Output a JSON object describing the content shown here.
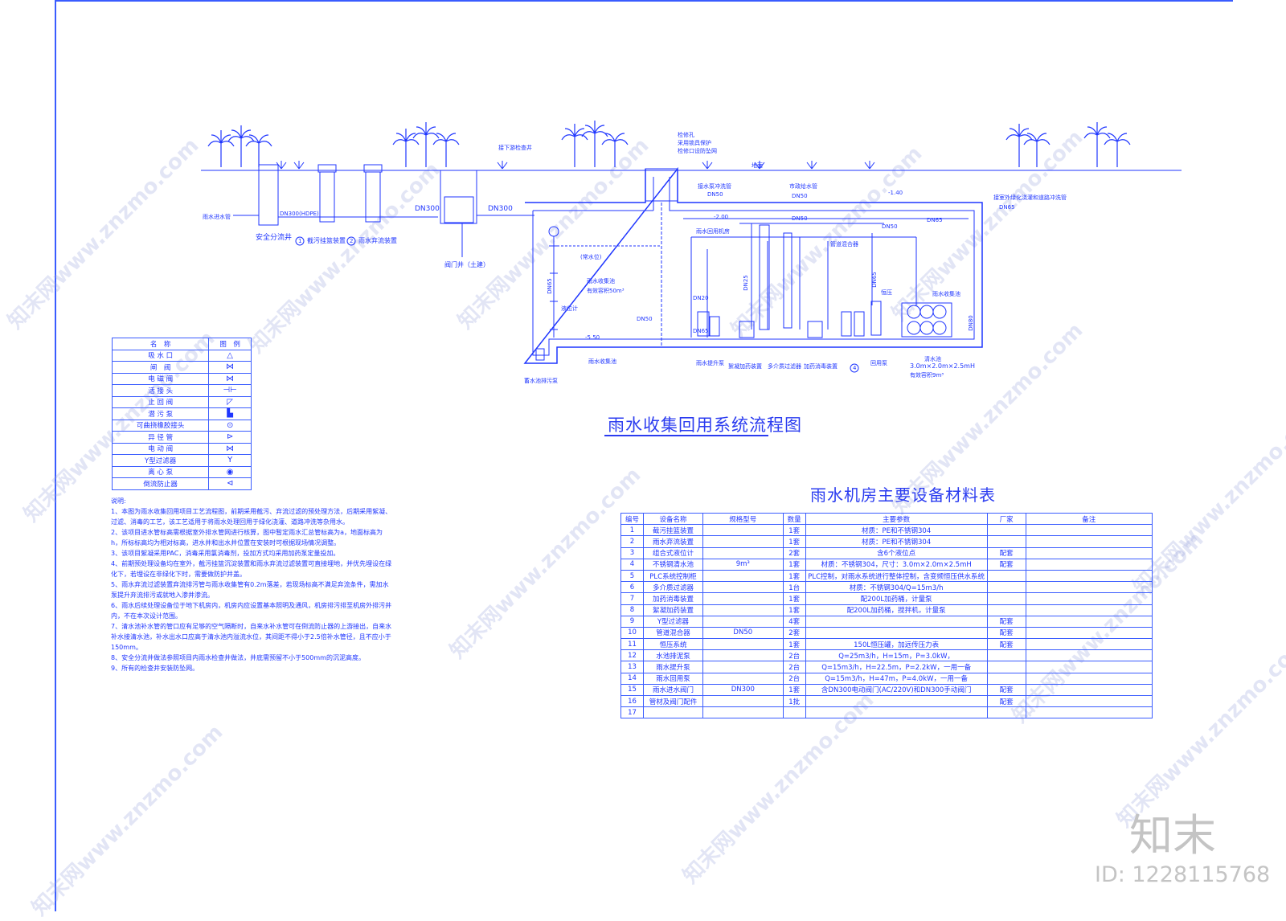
{
  "diagram_title": "雨水收集回用系统流程图",
  "table_title": "雨水机房主要设备材料表",
  "section_labels": {
    "ground": "地面",
    "overflow_well": "安全分流井",
    "inlet_pipe": "雨水进水管",
    "pipe_hdpe": "DN300(HDPE)",
    "dev1": "截污挂篮装置",
    "dev2": "雨水弃流装置",
    "dev_no1": "1",
    "dev_no2": "2",
    "dn300_a": "DN300",
    "dn300_b": "DN300",
    "valve_well": "阀门井（土建）",
    "connect_pipe": "接下游检查井",
    "inspection": "检修孔",
    "inspection2": "采用锁具保护",
    "inspection3": "检修口设防坠网",
    "dn50_top": "DN50",
    "pool_flush": "接水泵冲洗管",
    "city_water": "市政给水管",
    "ext_irrigation": "接室外绿化浇灌和道路冲洗管",
    "dn65_right": "DN65",
    "dn65_tr": "DN65",
    "dn50_mid": "DN50",
    "dn50_b": "DN50",
    "dn50_c": "DN50",
    "elev_top": "-1.40",
    "elev_room": "-2.00",
    "elev_low": "-5.50",
    "pool_name": "雨水收集池",
    "pool_vol": "有效容积50m³",
    "pool_level": "(常水位)",
    "liquid_meter": "液位计",
    "dn65_left": "DN65",
    "dn50_pool": "DN50",
    "pool_bottom": "雨水收集池",
    "sump": "蓄水池排污泵",
    "lift_pump": "雨水提升泵",
    "floc": "絮凝加药装置",
    "filter": "多介质过滤器",
    "disinfect": "加药消毒装置",
    "reuse_pump": "回用泵",
    "mixer": "管道混合器",
    "constant_press": "恒压",
    "clean_pool": "雨水收集池",
    "clean_pool2": "清水池",
    "clean_size": "3.0m×2.0m×2.5mH",
    "clean_vol": "有效容积9m³",
    "dn80": "DN80",
    "room": "雨水回用机房",
    "dn25": "DN25",
    "dn20": "DN20",
    "circle4": "4",
    "dn65_pump": "DN65",
    "dn65_room": "DN65"
  },
  "legend": {
    "headers": [
      "名　称",
      "图　例"
    ],
    "rows": [
      [
        "吸 水 口",
        "△"
      ],
      [
        "闸　阀",
        "⋈"
      ],
      [
        "电 磁 阀",
        "⋈"
      ],
      [
        "活 接 头",
        "⊣⊢"
      ],
      [
        "止 回 阀",
        "◸"
      ],
      [
        "潜 污 泵",
        "▙"
      ],
      [
        "可曲挠橡胶接头",
        "⊙"
      ],
      [
        "异 径 管",
        "⊳"
      ],
      [
        "电 动 阀",
        "⋈"
      ],
      [
        "Y型过滤器",
        "Y"
      ],
      [
        "离 心 泵",
        "◉"
      ],
      [
        "倒流防止器",
        "⊲"
      ]
    ]
  },
  "notes": {
    "heading": "说明:",
    "items": [
      "1、本图为雨水收集回用项目工艺流程图，前期采用截污、弃流过滤的预处理方法，后期采用絮凝、过滤、消毒的工艺，该工艺适用于将雨水处理回用于绿化浇灌、道路冲洗等杂用水。",
      "2、该项目进水管标高需根据室外排水管网进行核算，图中暂定雨水汇总管标高为a，地面标高为h，所标标高均为相对标高，进水井和出水井位置在安装时可根据现场情况调整。",
      "3、该项目絮凝采用PAC，消毒采用氯消毒剂，投加方式均采用加药泵定量投加。",
      "4、前期预处理设备均在室外，截污挂篮沉淀装置和雨水弃流过滤装置可直接埋地，并优先埋设在绿化下，若埋设在非绿化下时，需要做防护井盖。",
      "5、雨水弃流过滤装置弃流排污管与雨水收集管有0.2m落差，若现场标高不满足弃流条件，需加水泵提升弃流排污或就地入渗井渗流。",
      "6、雨水后续处理设备位于地下机房内，机房内应设置基本照明及通风，机房排污排至机房外排污井内，不在本次设计范围。",
      "7、清水池补水管的管口应有足够的空气隔断时，自来水补水管可在倒流防止器的上游接出，自来水补水接清水池，补水出水口应高于清水池内溢流水位，其间距不得小于2.5倍补水管径，且不应小于150mm。",
      "8、安全分流井做法参照项目内雨水检查井做法，井底需预留不小于500mm的沉泥高度。",
      "9、所有的检查井安装防坠网。"
    ]
  },
  "equipment_table": {
    "headers": [
      "编号",
      "设备名称",
      "规格型号",
      "数量",
      "主要参数",
      "厂家",
      "备注"
    ],
    "rows": [
      [
        "1",
        "截污挂篮装置",
        "",
        "1套",
        "材质：PE和不锈钢304",
        "",
        ""
      ],
      [
        "2",
        "雨水弃流装置",
        "",
        "1套",
        "材质：PE和不锈钢304",
        "",
        ""
      ],
      [
        "3",
        "组合式液位计",
        "",
        "2套",
        "含6个液位点",
        "配套",
        ""
      ],
      [
        "4",
        "不锈钢清水池",
        "9m³",
        "1套",
        "材质：不锈钢304，尺寸：3.0m×2.0m×2.5mH",
        "配套",
        ""
      ],
      [
        "5",
        "PLC系统控制柜",
        "",
        "1套",
        "PLC控制，对雨水系统进行整体控制，含变频恒压供水系统",
        "",
        ""
      ],
      [
        "6",
        "多介质过滤器",
        "",
        "1台",
        "材质：不锈钢304/Q=15m3/h",
        "",
        ""
      ],
      [
        "7",
        "加药消毒装置",
        "",
        "1套",
        "配200L加药桶，计量泵",
        "",
        ""
      ],
      [
        "8",
        "絮凝加药装置",
        "",
        "1套",
        "配200L加药桶，搅拌机，计量泵",
        "",
        ""
      ],
      [
        "9",
        "Y型过滤器",
        "",
        "4套",
        "",
        "配套",
        ""
      ],
      [
        "10",
        "管道混合器",
        "DN50",
        "2套",
        "",
        "配套",
        ""
      ],
      [
        "11",
        "恒压系统",
        "",
        "1套",
        "150L恒压罐，加远传压力表",
        "配套",
        ""
      ],
      [
        "12",
        "水池排泥泵",
        "",
        "2台",
        "Q=25m3/h，H=15m，P=3.0kW，",
        "",
        ""
      ],
      [
        "13",
        "雨水提升泵",
        "",
        "2台",
        "Q=15m3/h，H=22.5m，P=2.2kW，一用一备",
        "",
        ""
      ],
      [
        "14",
        "雨水回用泵",
        "",
        "2台",
        "Q=15m3/h，H=47m，P=4.0kW，一用一备",
        "",
        ""
      ],
      [
        "15",
        "雨水进水阀门",
        "DN300",
        "1套",
        "含DN300电动阀门(AC/220V)和DN300手动阀门",
        "配套",
        ""
      ],
      [
        "16",
        "管材及阀门配件",
        "",
        "1批",
        "",
        "配套",
        ""
      ],
      [
        "17",
        "",
        "",
        "",
        "",
        "",
        ""
      ]
    ]
  },
  "branding": {
    "logo": "知末",
    "id_text": "ID: 1228115768",
    "watermark": "知末网www.znzmo.com"
  },
  "colors": {
    "line": "#1f36ff",
    "frame": "#3a5cff",
    "watermark": "#c4c4c4"
  }
}
